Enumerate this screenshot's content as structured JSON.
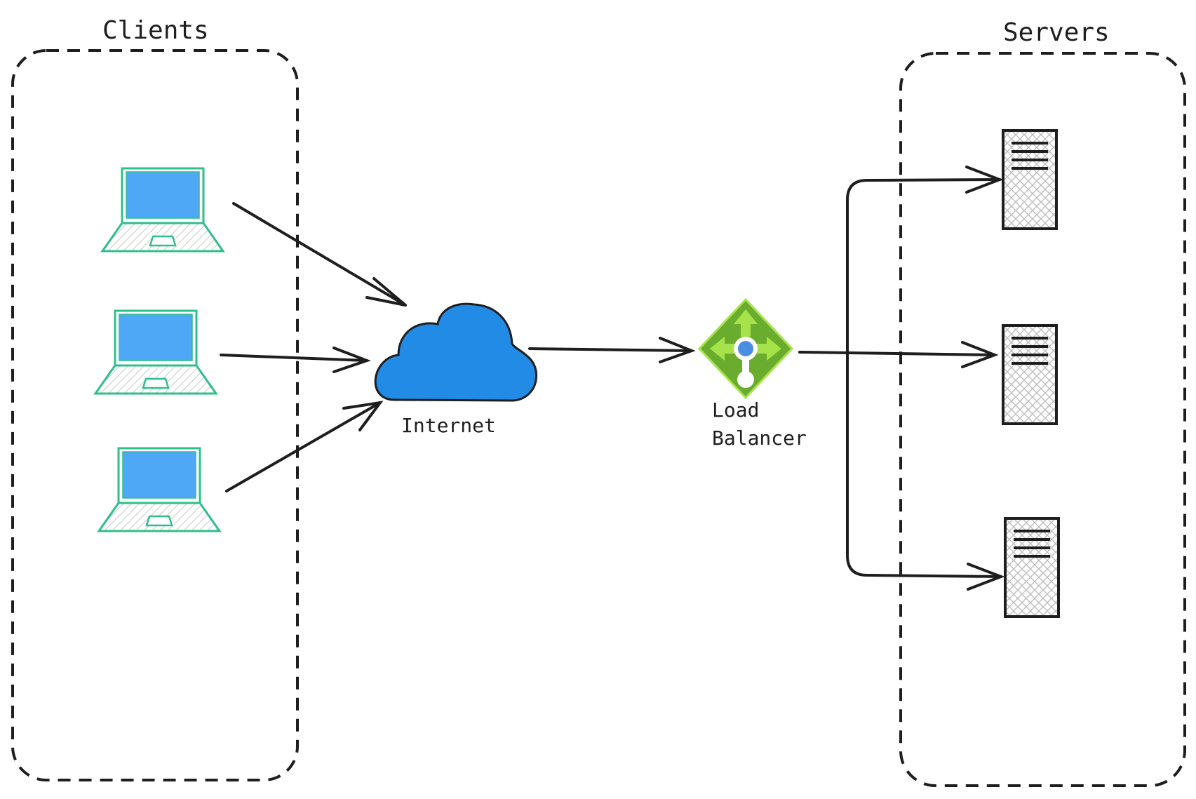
{
  "groups": {
    "clients": {
      "title": "Clients"
    },
    "servers": {
      "title": "Servers"
    }
  },
  "nodes": {
    "internet": {
      "label": "Internet"
    },
    "load_balancer": {
      "label_line1": "Load",
      "label_line2": "Balancer"
    }
  },
  "colors": {
    "stroke": "#1e1e1e",
    "laptop_outline": "#2fbf8a",
    "laptop_screen": "#4ea8f5",
    "cloud_fill": "#228be6",
    "lb_green_dark": "#6aac2e",
    "lb_green_light": "#a6e34a",
    "lb_center": "#4a90e2"
  }
}
